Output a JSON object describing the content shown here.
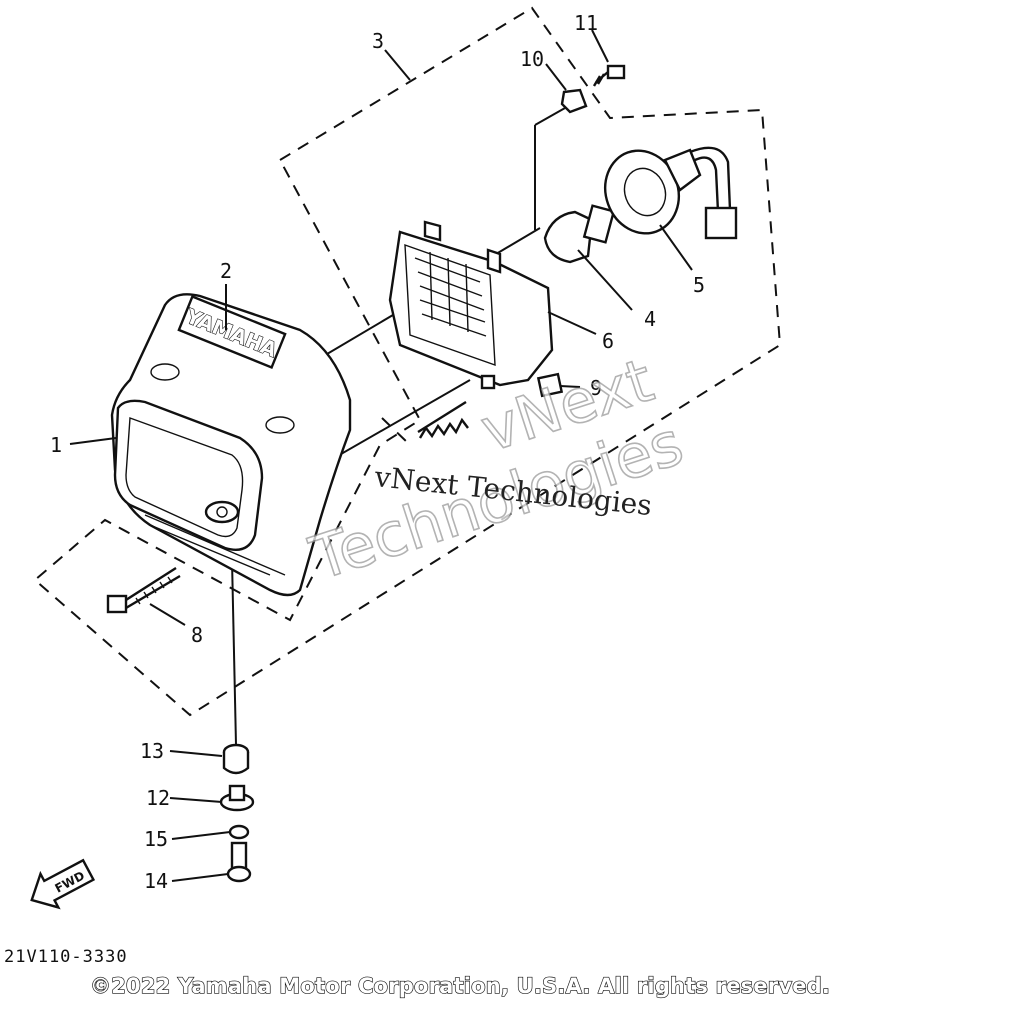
{
  "diagram": {
    "callouts": [
      "1",
      "2",
      "3",
      "4",
      "5",
      "6",
      "8",
      "9",
      "10",
      "11",
      "12",
      "13",
      "14",
      "15"
    ],
    "logo_text": "YAMAHA",
    "fwd_label": "FWD",
    "drawing_code": "21V110-3330",
    "copyright": "©2022 Yamaha Motor Corporation, U.S.A. All rights reserved."
  },
  "watermark": {
    "big_line1": "vNext",
    "big_line2": "Technologies",
    "small": "vNext Technologies"
  }
}
